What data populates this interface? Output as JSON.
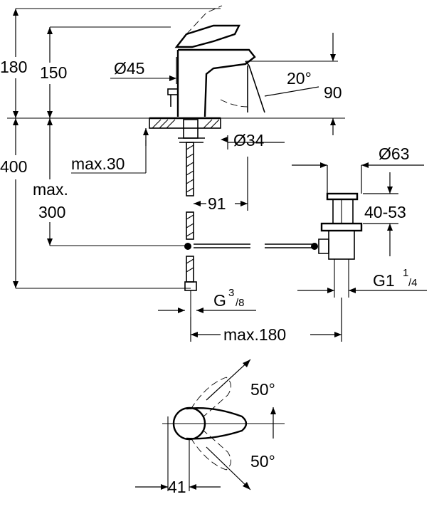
{
  "dimensions": {
    "total_height": "180",
    "spout_height": "150",
    "spout_diameter": "Ø45",
    "swivel_angle": "20°",
    "spout_reach_angle": "90",
    "hole_diameter": "Ø34",
    "deck_thickness": "max.30",
    "below_height": "400",
    "hose_length_line1": "max.",
    "hose_length_line2": "300",
    "spout_projection": "91",
    "waste_diameter": "Ø63",
    "waste_height": "40-53",
    "waste_thread_main": "G1",
    "waste_thread_sup": "1",
    "waste_thread_sub": "/4",
    "supply_thread_main": "G",
    "supply_thread_sup": "3",
    "supply_thread_sub": "/8",
    "waste_reach": "max.180",
    "lever_angle_upper": "50°",
    "lever_angle_lower": "50°",
    "lever_offset": "41"
  }
}
